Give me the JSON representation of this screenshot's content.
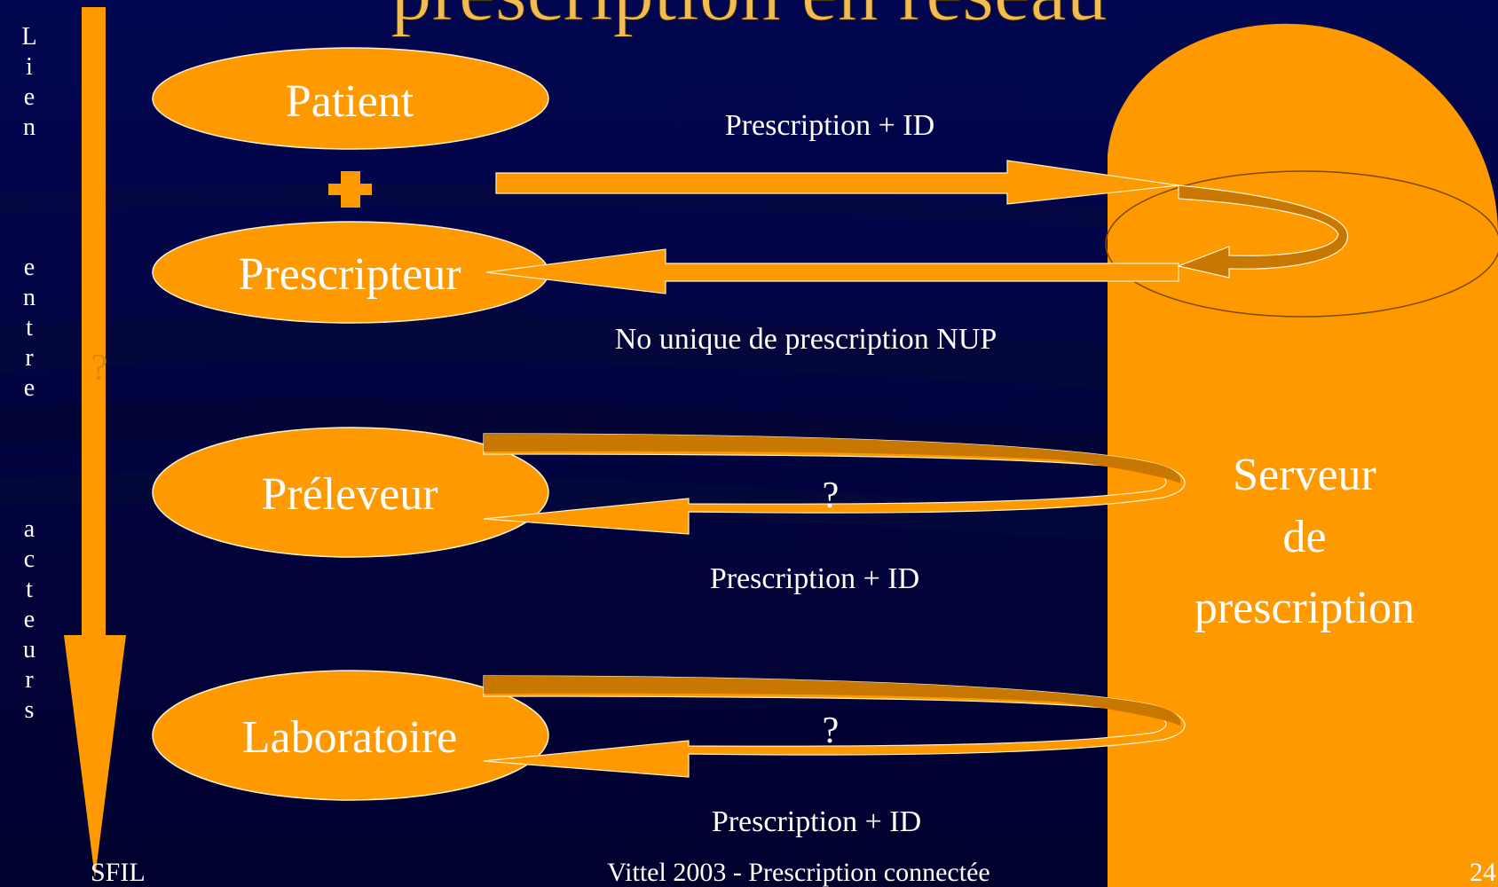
{
  "slide": {
    "title_partial": "prescription en réseau",
    "colors": {
      "background": "#02024a",
      "orange": "#ff9900",
      "dark_orange": "#c87800",
      "title": "#f2bb55",
      "text_white": "#ffffff"
    },
    "left_axis": {
      "vertical_label": [
        "L",
        "i",
        "e",
        "n",
        "",
        "e",
        "n",
        "t",
        "r",
        "e",
        "",
        "a",
        "c",
        "t",
        "e",
        "u",
        "r",
        "s"
      ],
      "question": "?"
    },
    "actors": {
      "patient": "Patient",
      "plus": "+",
      "prescripteur": "Prescripteur",
      "preleveur": "Préleveur",
      "laboratoire": "Laboratoire"
    },
    "server": {
      "line1": "Serveur",
      "line2": "de",
      "line3": "prescription"
    },
    "arrow_labels": {
      "top": "Prescription + ID",
      "nup": "No unique de prescription NUP",
      "prel_q": "?",
      "prel_label": "Prescription + ID",
      "lab_q": "?",
      "lab_label": "Prescription + ID"
    },
    "footer": {
      "left": "SFIL",
      "center": "Vittel 2003 - Prescription connectée",
      "right": "24"
    }
  }
}
